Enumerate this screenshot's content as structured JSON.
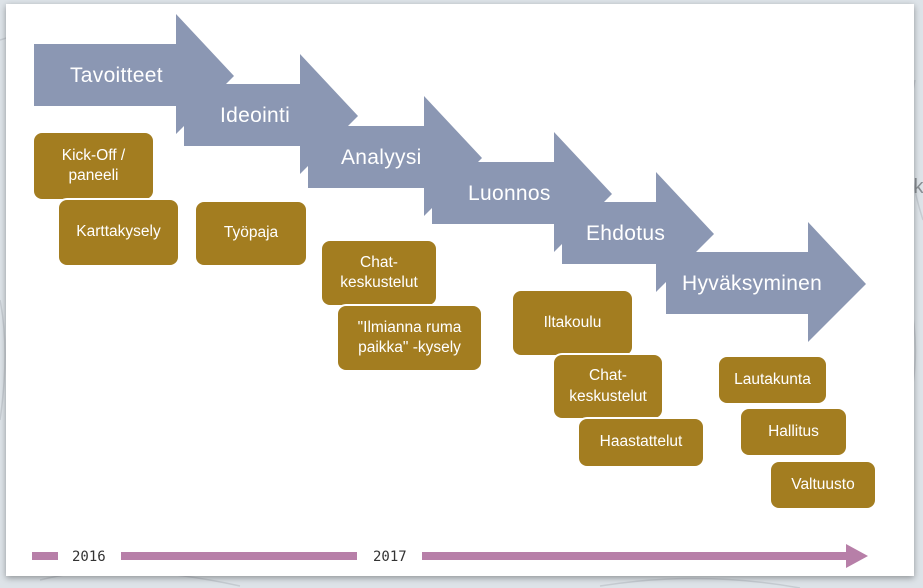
{
  "colors": {
    "arrow": "#8b97b3",
    "box": "#a37d20",
    "timeline": "#b77fa8",
    "background_map": "#dde3e8"
  },
  "phases": [
    {
      "label": "Tavoitteet"
    },
    {
      "label": "Ideointi"
    },
    {
      "label": "Analyysi"
    },
    {
      "label": "Luonnos"
    },
    {
      "label": "Ehdotus"
    },
    {
      "label": "Hyväksyminen"
    }
  ],
  "activities": [
    {
      "label": "Kick-Off /\npaneeli"
    },
    {
      "label": "Karttakysely"
    },
    {
      "label": "Työpaja"
    },
    {
      "label": "Chat-\nkeskustelut"
    },
    {
      "label": "\"Ilmianna ruma\npaikka\" -kysely"
    },
    {
      "label": "Iltakoulu"
    },
    {
      "label": "Chat-\nkeskustelut"
    },
    {
      "label": "Haastattelut"
    },
    {
      "label": "Lautakunta"
    },
    {
      "label": "Hallitus"
    },
    {
      "label": "Valtuusto"
    }
  ],
  "timeline": {
    "years": [
      "2016",
      "2017"
    ]
  },
  "background_fragments": [
    "ik"
  ]
}
